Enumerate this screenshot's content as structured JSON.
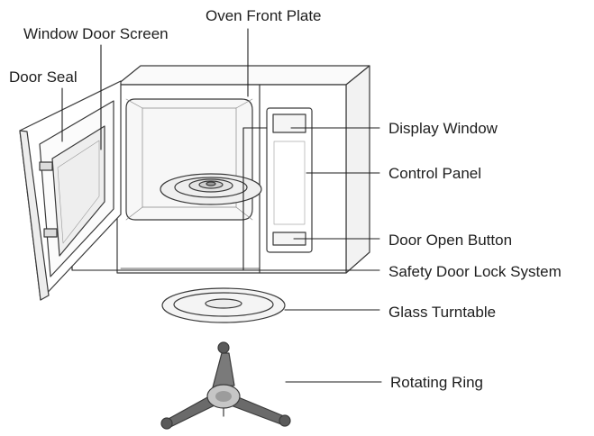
{
  "labels": {
    "oven_front_plate": "Oven Front Plate",
    "window_door_screen": "Window Door Screen",
    "door_seal": "Door Seal",
    "display_window": "Display Window",
    "control_panel": "Control Panel",
    "door_open_button": "Door Open Button",
    "safety_door_lock_system": "Safety Door Lock System",
    "glass_turntable": "Glass Turntable",
    "rotating_ring": "Rotating Ring"
  },
  "colors": {
    "line": "#1e1e1e",
    "outline": "#3a3a3a",
    "fill_light": "#f0f0f0",
    "fill_mid": "#d8d8d8",
    "fill_dark": "#5a5a5a"
  }
}
